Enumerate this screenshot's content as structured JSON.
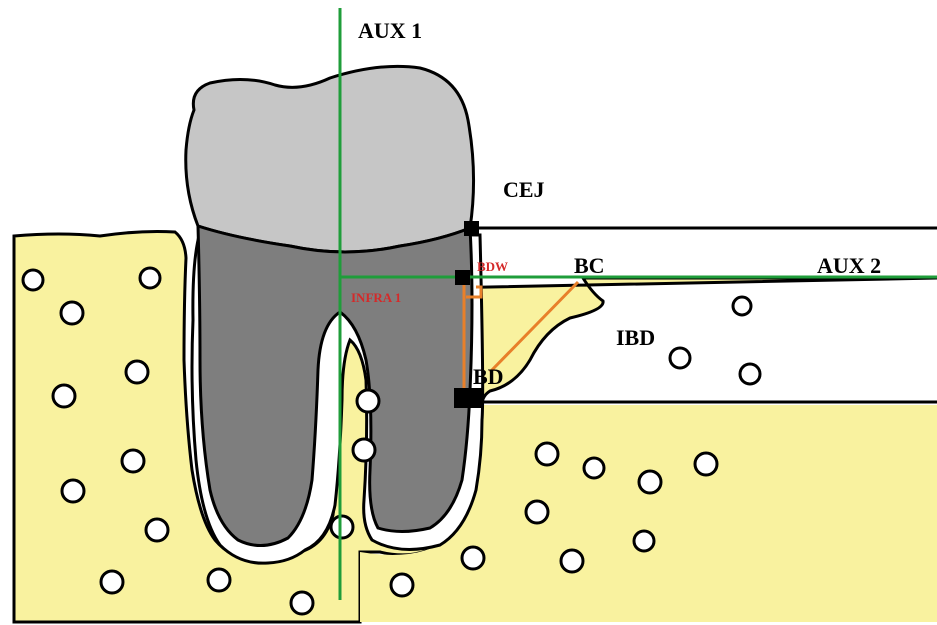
{
  "labels": {
    "aux1": "AUX 1",
    "cej": "CEJ",
    "bdw": "BDW",
    "bc": "BC",
    "aux2": "AUX 2",
    "infra1": "INFRA 1",
    "ibd": "IBD",
    "bd": "BD"
  },
  "colors": {
    "bone": "#f9f29f",
    "crown": "#c6c6c6",
    "root": "#7e7e7e",
    "outline": "#000000",
    "aux_line": "#1f9d3a",
    "measure_line": "#e8802a",
    "label_red": "#d42a2a",
    "marrow_space": "#ffffff"
  },
  "marker_icon": "square-landmark-marker"
}
